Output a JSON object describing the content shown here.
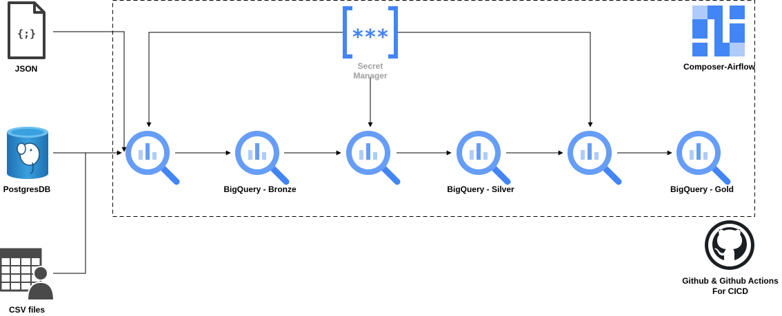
{
  "sources": {
    "json_label": "JSON",
    "json_glyph": "{;}",
    "postgres_label": "PostgresDB",
    "csv_label": "CSV files"
  },
  "secret_manager": {
    "label_line1": "Secret",
    "label_line2": "Manager",
    "glyph": "***"
  },
  "stages": {
    "bronze_label": "BigQuery - Bronze",
    "silver_label": "BigQuery - Silver",
    "gold_label": "BigQuery - Gold"
  },
  "orchestrator": {
    "label": "Composer-Airflow"
  },
  "cicd": {
    "label_line1": "Github & Github Actions",
    "label_line2": "For CICD"
  },
  "colors": {
    "bigquery_blue": "#669df6",
    "bigquery_dark": "#4285f4",
    "composer_blue": "#4285f4",
    "composer_light": "#aecbfa",
    "secret_blue": "#4285f4",
    "postgres_blue": "#2f8fce",
    "line": "#000000",
    "muted_text": "#9e9e9e"
  }
}
